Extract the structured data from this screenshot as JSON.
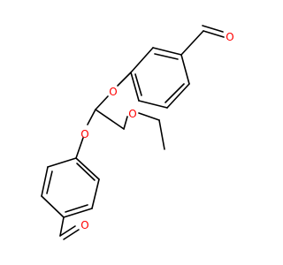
{
  "molecule": {
    "atoms": [
      {
        "id": "O_top_ald",
        "element": "O"
      },
      {
        "id": "O_ether_top",
        "element": "O"
      },
      {
        "id": "O_ether_bottom",
        "element": "O"
      },
      {
        "id": "O_ethoxy",
        "element": "O"
      },
      {
        "id": "O_bottom_ald",
        "element": "O"
      }
    ],
    "colors": {
      "bond": "#000000",
      "oxygen": "#ff0000"
    }
  }
}
